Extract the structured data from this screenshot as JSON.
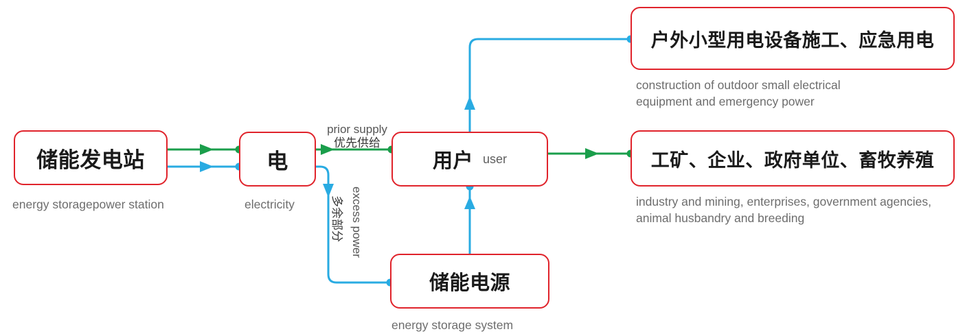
{
  "diagram": {
    "title": "energy storage power supply flow",
    "colors": {
      "box_border": "#e0232b",
      "flow_primary": "#1a9e4b",
      "flow_secondary": "#29abe2",
      "caption_text": "#6d6d6d",
      "node_text": "#1a1a1a"
    },
    "nodes": [
      {
        "id": "storage-power-station",
        "label": "储能发电站",
        "caption": "energy storagepower station"
      },
      {
        "id": "electricity",
        "label": "电",
        "caption": "electricity"
      },
      {
        "id": "user",
        "label": "用户",
        "sub": "user",
        "caption": ""
      },
      {
        "id": "energy-storage-system",
        "label": "储能电源",
        "caption": "energy storage system"
      },
      {
        "id": "outdoor-equipment",
        "label": "户外小型用电设备施工、应急用电",
        "caption": "construction of outdoor small electrical\nequipment and emergency power"
      },
      {
        "id": "industry-enterprises",
        "label": "工矿、企业、政府单位、畜牧养殖",
        "caption": "industry and mining, enterprises, government agencies,\nanimal husbandry and breeding"
      }
    ],
    "edge_labels": {
      "prior_supply_en": "prior supply",
      "prior_supply_zh": "优先供给",
      "excess_power_zh": "多余部分",
      "excess_power_en": "excess power"
    }
  }
}
